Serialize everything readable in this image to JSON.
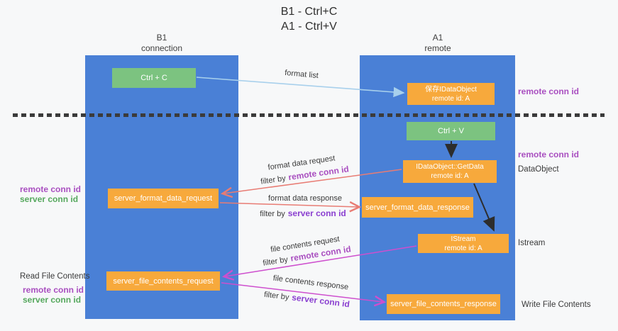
{
  "title": {
    "line1": "B1 - Ctrl+C",
    "line2": "A1 - Ctrl+V"
  },
  "lifelines": {
    "left": {
      "name": "B1",
      "role": "connection"
    },
    "right": {
      "name": "A1",
      "role": "remote"
    }
  },
  "boxes": {
    "ctrl_c": {
      "label": "Ctrl + C"
    },
    "save_idataobject": {
      "line1": "保存IDataObject",
      "line2": "remote id: A"
    },
    "ctrl_v": {
      "label": "Ctrl + V"
    },
    "getdata": {
      "line1": "IDataObject::GetData",
      "line2": "remote id: A"
    },
    "server_format_data_request": {
      "label": "server_format_data_request"
    },
    "server_format_data_response": {
      "label": "server_format_data_response"
    },
    "istream": {
      "line1": "IStream",
      "line2": "remote id: A"
    },
    "server_file_contents_request": {
      "label": "server_file_contents_request"
    },
    "server_file_contents_response": {
      "label": "server_file_contents_response"
    }
  },
  "flow_labels": {
    "format_list": "format list",
    "format_data_request": "format data request",
    "format_data_response": "format data response",
    "file_contents_request": "file contents request",
    "file_contents_response": "file contents response",
    "filter_by": "filter by",
    "remote_conn_id": "remote conn id",
    "server_conn_id": "server conn id"
  },
  "side_labels": {
    "remote_conn_id_top_right": "remote conn id",
    "remote_conn_id_mid_right": "remote conn id",
    "dataobject": "DataObject",
    "istream": "Istream",
    "write_file_contents": "Write File Contents",
    "read_file_contents": "Read File Contents",
    "remote_conn_id_left_1": "remote conn id",
    "server_conn_id_left_1": "server conn id",
    "remote_conn_id_left_2": "remote conn id",
    "server_conn_id_left_2": "server conn id"
  },
  "colors": {
    "bg": "#f7f8f9",
    "lane_blue": "#4a80d6",
    "box_green": "#7cc380",
    "box_orange": "#f7a93c",
    "arrow_lightblue": "#a8d0ec",
    "arrow_red": "#e87c74",
    "arrow_magenta": "#ce4fce",
    "arrow_black": "#2d2d2d",
    "remote_conn_text": "#a94fc0",
    "server_conn_violet": "#8a3fd0",
    "server_conn_green": "#56a85e",
    "text_dark": "#3a3a3a"
  }
}
